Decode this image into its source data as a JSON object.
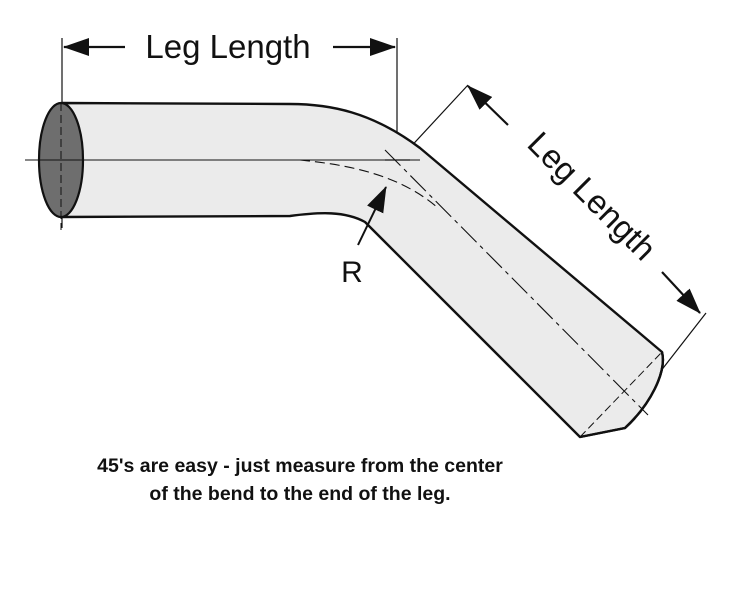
{
  "diagram": {
    "top_dimension_label": "Leg Length",
    "angled_dimension_label": "Leg Length",
    "radius_label": "R",
    "caption": {
      "line1": "45's are easy - just measure from the center",
      "line2": "of the bend to the end of the leg."
    },
    "colors": {
      "tube_fill": "#ebebeb",
      "end_cap_fill": "#6e6e6e",
      "ink": "#111111"
    }
  }
}
